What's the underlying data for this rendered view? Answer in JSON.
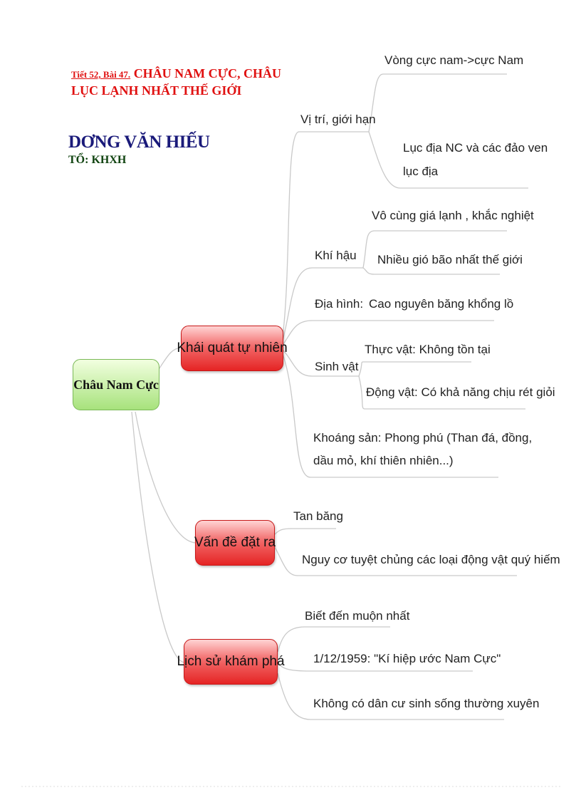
{
  "header": {
    "lesson_tag": "Tiết 52, Bài 47.",
    "lesson_title": "CHÂU NAM CỰC, CHÂU LỤC LẠNH NHẤT THẾ GIỚI",
    "author": "DƠNG    VĂN HIẾU",
    "department": "TỔ: KHXH"
  },
  "mindmap": {
    "root": "Châu Nam Cực",
    "branches": [
      {
        "label": "Khái quát tự nhiên",
        "groups": [
          {
            "label": "Vị trí, giới hạn",
            "items": [
              "Vòng cực nam->cực  Nam",
              "Lục địa  NC và các đảo ven",
              "lục địa"
            ]
          },
          {
            "label": "Khí hậu",
            "items": [
              "Vô cùng giá lạnh , khắc nghiệt",
              "Nhiều gió bão nhất thế giới"
            ]
          },
          {
            "label": "Địa hình:",
            "items": [
              "Cao nguyên băng khổng lồ"
            ]
          },
          {
            "label": "Sinh vật",
            "items": [
              "Thực vật: Không tồn tại",
              "Động vật: Có khả năng chịu rét giỏi"
            ]
          },
          {
            "label": "Khoáng sản: Phong phú (Than đá, đồng,",
            "items": [
              "dầu mỏ, khí thiên nhiên...)"
            ]
          }
        ]
      },
      {
        "label": "Vấn đề đặt ra",
        "items": [
          "Tan băng",
          "Nguy cơ tuyệt chủng các loại động vật quý hiếm"
        ]
      },
      {
        "label": "Lịch sử khám phá",
        "items": [
          "Biết đến muộn nhất",
          "1/12/1959: \"Kí hiệp ước Nam Cực\"",
          "Không có dân cư sinh sống thường xuyên"
        ]
      }
    ]
  }
}
